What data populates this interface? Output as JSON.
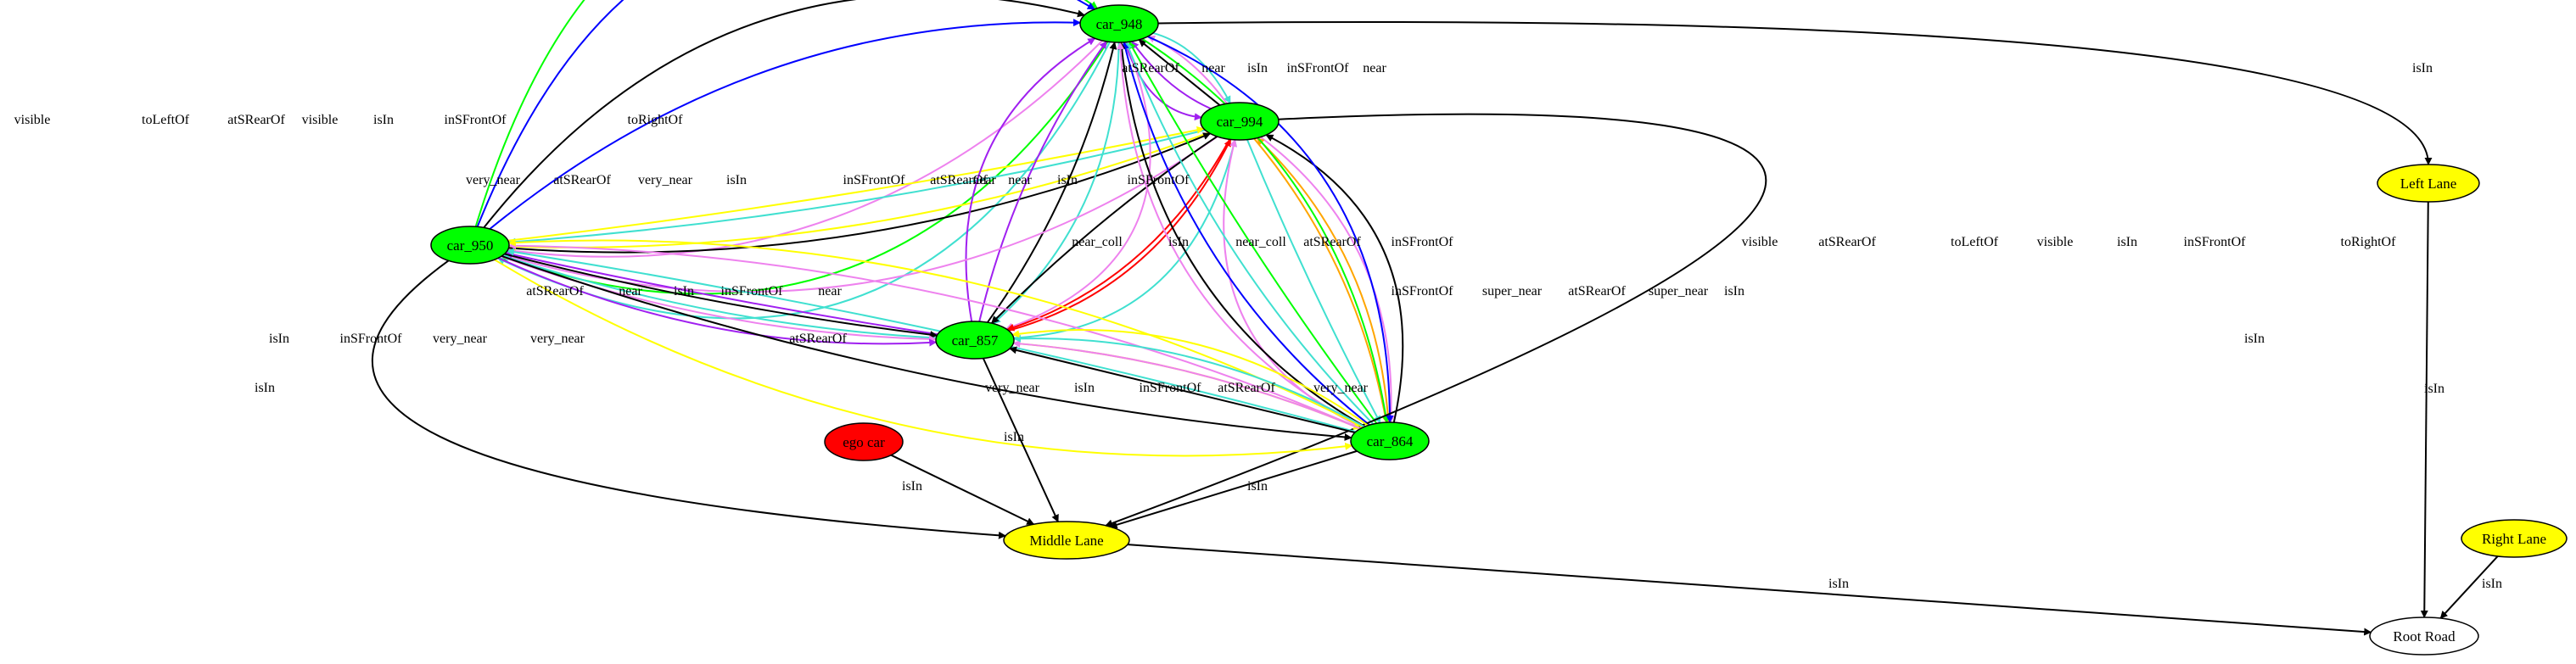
{
  "graph": {
    "nodes": [
      {
        "id": "car_948",
        "label": "car_948",
        "fill": "#00ff00"
      },
      {
        "id": "car_994",
        "label": "car_994",
        "fill": "#00ff00"
      },
      {
        "id": "car_950",
        "label": "car_950",
        "fill": "#00ff00"
      },
      {
        "id": "car_857",
        "label": "car_857",
        "fill": "#00ff00"
      },
      {
        "id": "car_864",
        "label": "car_864",
        "fill": "#00ff00"
      },
      {
        "id": "ego_car",
        "label": "ego car",
        "fill": "#ff0000"
      },
      {
        "id": "middle_lane",
        "label": "Middle Lane",
        "fill": "#ffff00"
      },
      {
        "id": "left_lane",
        "label": "Left Lane",
        "fill": "#ffff00"
      },
      {
        "id": "right_lane",
        "label": "Right Lane",
        "fill": "#ffff00"
      },
      {
        "id": "root_road",
        "label": "Root Road",
        "fill": "#ffffff"
      }
    ],
    "edges": [
      {
        "from": "car_950",
        "to": "car_948",
        "label": "visible",
        "color": "#00ff00"
      },
      {
        "from": "car_950",
        "to": "car_948",
        "label": "toLeftOf",
        "color": "#0000ff"
      },
      {
        "from": "car_948",
        "to": "car_950",
        "label": "atSRearOf",
        "color": "#40e0d0"
      },
      {
        "from": "car_948",
        "to": "car_950",
        "label": "visible",
        "color": "#00ff00"
      },
      {
        "from": "car_950",
        "to": "car_948",
        "label": "isIn",
        "color": "#000000"
      },
      {
        "from": "car_948",
        "to": "car_950",
        "label": "inSFrontOf",
        "color": "#ee82ee"
      },
      {
        "from": "car_950",
        "to": "car_948",
        "label": "toRightOf",
        "color": "#0000ff"
      },
      {
        "from": "car_948",
        "to": "car_994",
        "label": "atSRearOf",
        "color": "#40e0d0"
      },
      {
        "from": "car_994",
        "to": "car_948",
        "label": "near",
        "color": "#a020f0"
      },
      {
        "from": "car_994",
        "to": "car_948",
        "label": "isIn",
        "color": "#000000"
      },
      {
        "from": "car_994",
        "to": "car_948",
        "label": "inSFrontOf",
        "color": "#ee82ee"
      },
      {
        "from": "car_948",
        "to": "car_994",
        "label": "near",
        "color": "#a020f0"
      },
      {
        "from": "car_948",
        "to": "left_lane",
        "label": "isIn",
        "color": "#000000"
      },
      {
        "from": "car_994",
        "to": "car_950",
        "label": "very_near",
        "color": "#ffff00"
      },
      {
        "from": "car_994",
        "to": "car_950",
        "label": "atSRearOf",
        "color": "#40e0d0"
      },
      {
        "from": "car_950",
        "to": "car_994",
        "label": "very_near",
        "color": "#ffff00"
      },
      {
        "from": "car_950",
        "to": "car_994",
        "label": "isIn",
        "color": "#000000"
      },
      {
        "from": "car_948",
        "to": "car_857",
        "label": "inSFrontOf",
        "color": "#ee82ee"
      },
      {
        "from": "car_857",
        "to": "car_948",
        "label": "near",
        "color": "#a020f0"
      },
      {
        "from": "car_948",
        "to": "car_857",
        "label": "atSRearOf",
        "color": "#40e0d0"
      },
      {
        "from": "car_857",
        "to": "car_948",
        "label": "near",
        "color": "#a020f0"
      },
      {
        "from": "car_857",
        "to": "car_948",
        "label": "isIn",
        "color": "#000000"
      },
      {
        "from": "car_994",
        "to": "car_950",
        "label": "inSFrontOf",
        "color": "#ee82ee"
      },
      {
        "from": "car_994",
        "to": "car_857",
        "label": "near_coll",
        "color": "#ff0000"
      },
      {
        "from": "car_994",
        "to": "car_857",
        "label": "isIn",
        "color": "#000000"
      },
      {
        "from": "car_857",
        "to": "car_994",
        "label": "near_coll",
        "color": "#ff0000"
      },
      {
        "from": "car_857",
        "to": "car_994",
        "label": "atSRearOf",
        "color": "#40e0d0"
      },
      {
        "from": "car_864",
        "to": "car_994",
        "label": "inSFrontOf",
        "color": "#ee82ee"
      },
      {
        "from": "car_994",
        "to": "car_864",
        "label": "inSFrontOf",
        "color": "#ee82ee"
      },
      {
        "from": "car_994",
        "to": "car_864",
        "label": "super_near",
        "color": "#ffa500"
      },
      {
        "from": "car_994",
        "to": "car_864",
        "label": "atSRearOf",
        "color": "#40e0d0"
      },
      {
        "from": "car_864",
        "to": "car_994",
        "label": "super_near",
        "color": "#ffa500"
      },
      {
        "from": "car_864",
        "to": "car_994",
        "label": "isIn",
        "color": "#000000"
      },
      {
        "from": "car_864",
        "to": "car_948",
        "label": "visible",
        "color": "#00ff00"
      },
      {
        "from": "car_864",
        "to": "car_948",
        "label": "atSRearOf",
        "color": "#40e0d0"
      },
      {
        "from": "car_864",
        "to": "car_948",
        "label": "toLeftOf",
        "color": "#0000ff"
      },
      {
        "from": "car_948",
        "to": "car_864",
        "label": "visible",
        "color": "#00ff00"
      },
      {
        "from": "car_864",
        "to": "car_948",
        "label": "isIn",
        "color": "#000000"
      },
      {
        "from": "car_864",
        "to": "car_948",
        "label": "inSFrontOf",
        "color": "#ee82ee"
      },
      {
        "from": "car_948",
        "to": "car_864",
        "label": "toRightOf",
        "color": "#0000ff"
      },
      {
        "from": "car_994",
        "to": "middle_lane",
        "label": "isIn",
        "color": "#000000"
      },
      {
        "from": "car_857",
        "to": "car_950",
        "label": "atSRearOf",
        "color": "#40e0d0"
      },
      {
        "from": "car_857",
        "to": "car_950",
        "label": "near",
        "color": "#a020f0"
      },
      {
        "from": "car_950",
        "to": "car_857",
        "label": "isIn",
        "color": "#000000"
      },
      {
        "from": "car_950",
        "to": "car_857",
        "label": "inSFrontOf",
        "color": "#ee82ee"
      },
      {
        "from": "car_950",
        "to": "car_857",
        "label": "near",
        "color": "#a020f0"
      },
      {
        "from": "car_864",
        "to": "car_950",
        "label": "atSRearOf",
        "color": "#40e0d0"
      },
      {
        "from": "car_950",
        "to": "car_864",
        "label": "isIn",
        "color": "#000000"
      },
      {
        "from": "car_864",
        "to": "car_950",
        "label": "inSFrontOf",
        "color": "#ee82ee"
      },
      {
        "from": "car_864",
        "to": "car_950",
        "label": "very_near",
        "color": "#ffff00"
      },
      {
        "from": "car_950",
        "to": "car_864",
        "label": "very_near",
        "color": "#ffff00"
      },
      {
        "from": "car_950",
        "to": "middle_lane",
        "label": "isIn",
        "color": "#000000"
      },
      {
        "from": "car_857",
        "to": "car_864",
        "label": "very_near",
        "color": "#ffff00"
      },
      {
        "from": "car_864",
        "to": "car_857",
        "label": "isIn",
        "color": "#000000"
      },
      {
        "from": "car_864",
        "to": "car_857",
        "label": "inSFrontOf",
        "color": "#ee82ee"
      },
      {
        "from": "car_864",
        "to": "car_857",
        "label": "atSRearOf",
        "color": "#40e0d0"
      },
      {
        "from": "car_864",
        "to": "car_857",
        "label": "very_near",
        "color": "#ffff00"
      },
      {
        "from": "car_857",
        "to": "middle_lane",
        "label": "isIn",
        "color": "#000000"
      },
      {
        "from": "ego_car",
        "to": "middle_lane",
        "label": "isIn",
        "color": "#000000"
      },
      {
        "from": "car_864",
        "to": "middle_lane",
        "label": "isIn",
        "color": "#000000"
      },
      {
        "from": "middle_lane",
        "to": "root_road",
        "label": "isIn",
        "color": "#000000"
      },
      {
        "from": "left_lane",
        "to": "root_road",
        "label": "isIn",
        "color": "#000000"
      },
      {
        "from": "right_lane",
        "to": "root_road",
        "label": "isIn",
        "color": "#000000"
      }
    ]
  }
}
